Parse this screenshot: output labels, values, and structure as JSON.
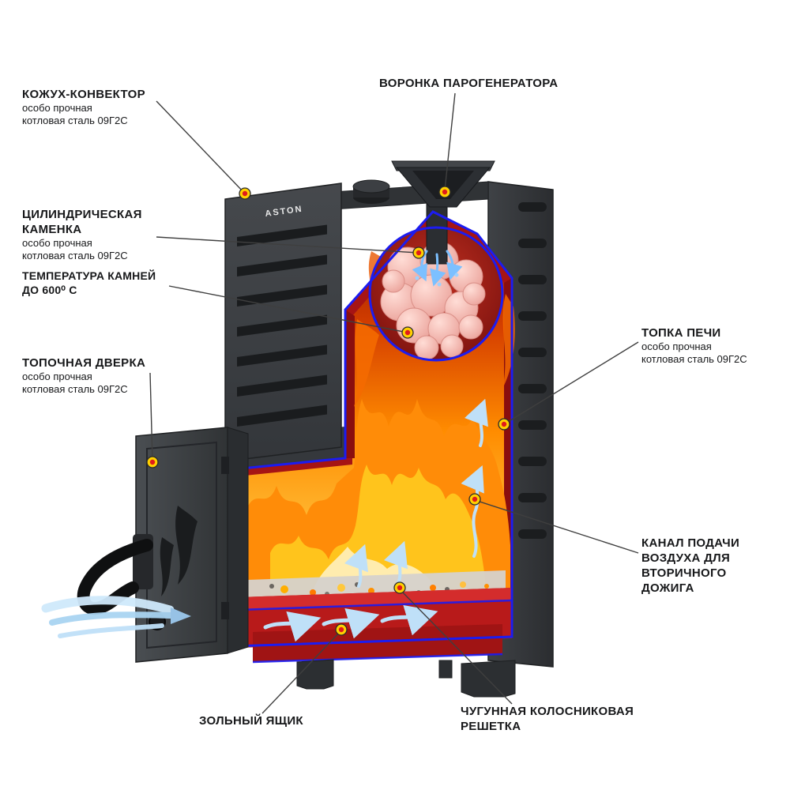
{
  "brand": "ASTON",
  "colors": {
    "outline_blue": "#1c1cf0",
    "interior_red": "#a61414",
    "flame_orange": "#ff8c08",
    "flame_yellow": "#ffc41c",
    "stone_pink": "#f2aba4",
    "steel_dark": "#3a3d41",
    "marker_yellow": "#ffd100",
    "marker_red": "#e01b1b",
    "air_blue": "#bfe0f8"
  },
  "callouts": {
    "cover": {
      "title": "КОЖУХ-КОНВЕКТОР",
      "sub1": "особо прочная",
      "sub2": "котловая сталь 09Г2С"
    },
    "funnel": {
      "title": "ВОРОНКА ПАРОГЕНЕРАТОРА"
    },
    "kamenka": {
      "title1": "ЦИЛИНДРИЧЕСКАЯ",
      "title2": "КАМЕНКА",
      "sub1": "особо прочная",
      "sub2": "котловая сталь 09Г2С"
    },
    "temperature": {
      "line1": "ТЕМПЕРАТУРА КАМНЕЙ",
      "line2": "ДО 600⁰ С"
    },
    "door": {
      "title": "ТОПОЧНАЯ ДВЕРКА",
      "sub1": "особо прочная",
      "sub2": "котловая сталь 09Г2С"
    },
    "firebox": {
      "title": "ТОПКА ПЕЧИ",
      "sub1": "особо прочная",
      "sub2": "котловая сталь 09Г2С"
    },
    "air_channel": {
      "line1": "КАНАЛ ПОДАЧИ",
      "line2": "ВОЗДУХА ДЛЯ",
      "line3": "ВТОРИЧНОГО",
      "line4": "ДОЖИГА"
    },
    "ash_box": {
      "title": "ЗОЛЬНЫЙ ЯЩИК"
    },
    "grate": {
      "line1": "ЧУГУННАЯ КОЛОСНИКОВАЯ",
      "line2": "РЕШЕТКА"
    }
  }
}
